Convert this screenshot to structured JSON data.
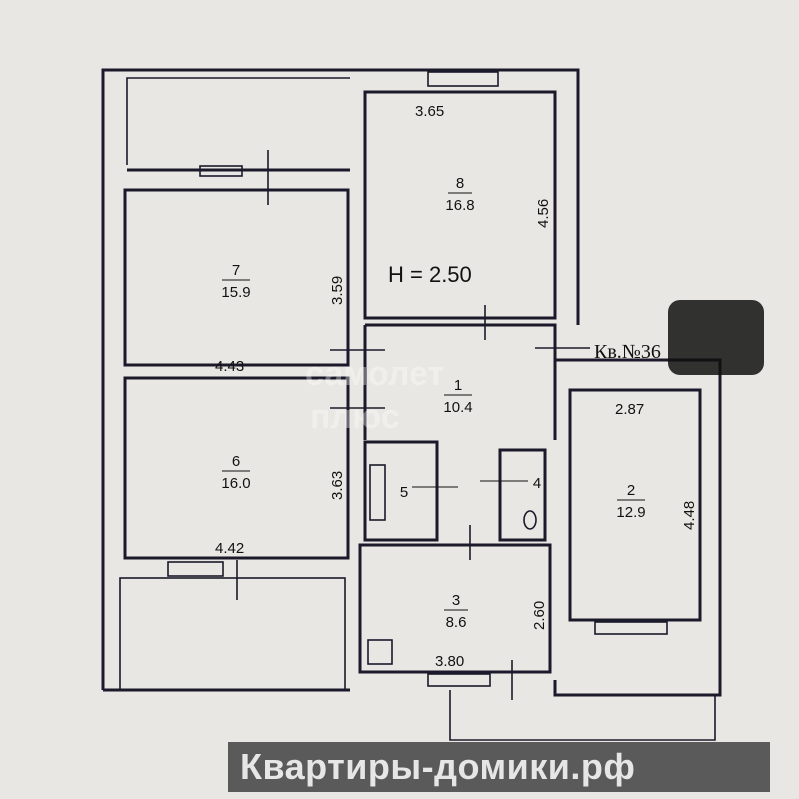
{
  "plan": {
    "ceiling_height": "H = 2.50",
    "apartment_label": "Кв.№36",
    "rooms": [
      {
        "number": "1",
        "area": "10.4"
      },
      {
        "number": "2",
        "area": "12.9"
      },
      {
        "number": "3",
        "area": "8.6"
      },
      {
        "number": "4",
        "area": ""
      },
      {
        "number": "5",
        "area": ""
      },
      {
        "number": "6",
        "area": "16.0"
      },
      {
        "number": "7",
        "area": "15.9"
      },
      {
        "number": "8",
        "area": "16.8"
      }
    ],
    "dimensions": {
      "room8_width": "3.65",
      "room8_depth": "4.56",
      "room7_depth": "3.59",
      "room7_width": "4.43",
      "room6_depth": "3.63",
      "room6_width": "4.42",
      "room2_width": "2.87",
      "room2_depth": "4.48",
      "kitchen_depth": "2.60",
      "kitchen_width": "3.80"
    }
  },
  "watermark": {
    "line1": "самолет",
    "line2": "плюс"
  },
  "banner": {
    "text": "Квартиры-домики.рф",
    "accent": "#7ab648"
  }
}
